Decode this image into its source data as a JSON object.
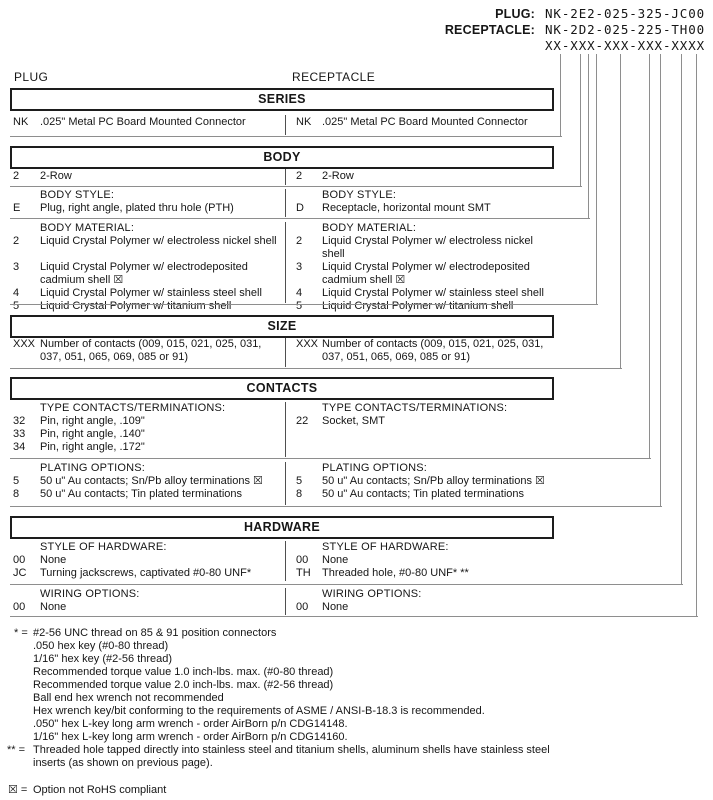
{
  "colors": {
    "line_gray": "#8e8e8e",
    "divider_gray": "#4f4f4f",
    "box_border_black": "#1d1d1d",
    "text": "#161616"
  },
  "part_number_block": {
    "rows": [
      {
        "label": "PLUG:",
        "value": "NK-2E2-025-325-JC00"
      },
      {
        "label": "RECEPTACLE:",
        "value": "NK-2D2-025-225-TH00"
      },
      {
        "label": "",
        "value": "XX-XXX-XXX-XXX-XXXX"
      }
    ]
  },
  "column_headers": {
    "left": "PLUG",
    "right": "RECEPTACLE"
  },
  "sections": [
    {
      "title": "SERIES",
      "subsections": [
        {
          "left": {
            "rows": [
              [
                "NK",
                ".025\" Metal PC Board Mounted Connector"
              ]
            ]
          },
          "right": {
            "rows": [
              [
                "NK",
                ".025\" Metal PC Board Mounted Connector"
              ]
            ]
          }
        }
      ]
    },
    {
      "title": "BODY",
      "subsections": [
        {
          "left": {
            "rows": [
              [
                "2",
                "2-Row"
              ]
            ]
          },
          "right": {
            "rows": [
              [
                "2",
                "2-Row"
              ]
            ]
          }
        },
        {
          "left": {
            "label": "BODY STYLE:",
            "rows": [
              [
                "E",
                "Plug, right angle, plated thru hole (PTH)"
              ]
            ]
          },
          "right": {
            "label": "BODY STYLE:",
            "rows": [
              [
                "D",
                "Receptacle, horizontal mount SMT"
              ]
            ]
          }
        },
        {
          "left": {
            "label": "BODY MATERIAL:",
            "rows": [
              [
                "2",
                "Liquid Crystal Polymer w/ electroless nickel shell"
              ],
              [
                "3",
                "Liquid Crystal Polymer w/ electrodeposited cadmium shell ☒"
              ],
              [
                "4",
                "Liquid Crystal Polymer w/ stainless steel shell"
              ],
              [
                "5",
                "Liquid Crystal Polymer w/ titanium shell"
              ]
            ]
          },
          "right": {
            "label": "BODY MATERIAL:",
            "rows": [
              [
                "2",
                "Liquid Crystal Polymer w/ electroless nickel shell"
              ],
              [
                "3",
                "Liquid Crystal Polymer w/ electrodeposited cadmium shell ☒"
              ],
              [
                "4",
                "Liquid Crystal Polymer w/ stainless steel shell"
              ],
              [
                "5",
                "Liquid Crystal Polymer w/ titanium shell"
              ]
            ]
          }
        }
      ]
    },
    {
      "title": "SIZE",
      "subsections": [
        {
          "left": {
            "rows": [
              [
                "XXX",
                "Number of contacts (009, 015, 021, 025, 031, 037, 051, 065, 069, 085 or 91)"
              ]
            ]
          },
          "right": {
            "rows": [
              [
                "XXX",
                "Number of contacts (009, 015, 021, 025, 031, 037, 051, 065, 069, 085 or 91)"
              ]
            ]
          }
        }
      ]
    },
    {
      "title": "CONTACTS",
      "subsections": [
        {
          "left": {
            "label": "TYPE CONTACTS/TERMINATIONS:",
            "rows": [
              [
                "32",
                "Pin, right angle,  .109\""
              ],
              [
                "33",
                "Pin, right angle,  .140\""
              ],
              [
                "34",
                "Pin, right angle,  .172\""
              ]
            ]
          },
          "right": {
            "label": "TYPE CONTACTS/TERMINATIONS:",
            "rows": [
              [
                "22",
                "Socket, SMT"
              ]
            ]
          }
        },
        {
          "left": {
            "label": "PLATING OPTIONS:",
            "rows": [
              [
                "5",
                "50 u\" Au contacts; Sn/Pb alloy terminations  ☒"
              ],
              [
                "8",
                "50 u\" Au contacts; Tin plated terminations"
              ]
            ]
          },
          "right": {
            "label": "PLATING OPTIONS:",
            "rows": [
              [
                "5",
                "50 u\" Au contacts; Sn/Pb alloy terminations  ☒"
              ],
              [
                "8",
                "50 u\" Au contacts; Tin plated terminations"
              ]
            ]
          }
        }
      ]
    },
    {
      "title": "HARDWARE",
      "subsections": [
        {
          "left": {
            "label": "STYLE OF HARDWARE:",
            "rows": [
              [
                "00",
                "None"
              ],
              [
                "JC",
                "Turning jackscrews, captivated #0-80 UNF*"
              ]
            ]
          },
          "right": {
            "label": "STYLE OF HARDWARE:",
            "rows": [
              [
                "00",
                "None"
              ],
              [
                "TH",
                "Threaded hole, #0-80 UNF*  **"
              ]
            ]
          }
        },
        {
          "left": {
            "label": "WIRING OPTIONS:",
            "rows": [
              [
                "00",
                "None"
              ]
            ]
          },
          "right": {
            "label": "WIRING OPTIONS:",
            "rows": [
              [
                "00",
                "None"
              ]
            ]
          }
        }
      ]
    }
  ],
  "footnotes": [
    {
      "marker": "* =",
      "style": "star",
      "lines": [
        "#2-56 UNC thread on 85 & 91 position connectors",
        ".050 hex key (#0-80 thread)",
        "1/16\" hex key (#2-56 thread)",
        "Recommended torque value 1.0 inch-lbs. max. (#0-80 thread)",
        "Recommended torque value 2.0 inch-lbs. max. (#2-56 thread)",
        "Ball end hex wrench not recommended",
        "Hex wrench key/bit conforming to the requirements of ASME / ANSI-B-18.3 is recommended.",
        ".050\" hex L-key long arm wrench - order AirBorn p/n CDG14148.",
        "1/16\" hex L-key long arm wrench - order AirBorn p/n CDG14160."
      ]
    },
    {
      "marker": "** =",
      "style": "dblstar",
      "lines": [
        "Threaded hole tapped directly into stainless steel and titanium shells, aluminum shells have stainless steel",
        "inserts (as shown on previous page)."
      ]
    },
    {
      "marker": "☒ =",
      "style": "rohs",
      "gap_before": true,
      "lines": [
        "Option not RoHS compliant"
      ]
    }
  ]
}
